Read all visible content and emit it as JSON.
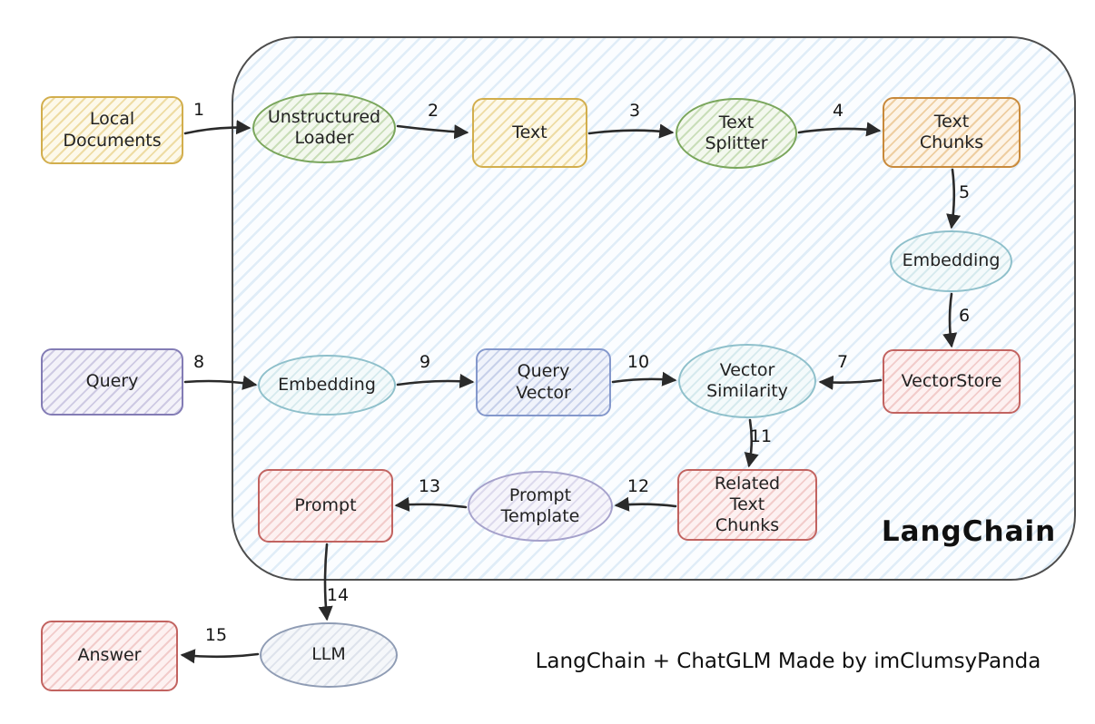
{
  "diagram": {
    "container_label": "LangChain",
    "caption": "LangChain + ChatGLM Made by imClumsyPanda"
  },
  "nodes": {
    "local_documents": {
      "label": "Local Documents",
      "shape": "rect",
      "color": "yellow"
    },
    "unstructured_loader": {
      "label": "Unstructured Loader",
      "shape": "ellipse",
      "color": "green"
    },
    "text": {
      "label": "Text",
      "shape": "rect",
      "color": "yellow"
    },
    "text_splitter": {
      "label": "Text Splitter",
      "shape": "ellipse",
      "color": "green"
    },
    "text_chunks": {
      "label": "Text Chunks",
      "shape": "rect",
      "color": "orange"
    },
    "embedding_store": {
      "label": "Embedding",
      "shape": "ellipse",
      "color": "teal"
    },
    "vectorstore": {
      "label": "VectorStore",
      "shape": "rect",
      "color": "red"
    },
    "query": {
      "label": "Query",
      "shape": "rect",
      "color": "purple"
    },
    "embedding_query": {
      "label": "Embedding",
      "shape": "ellipse",
      "color": "teal"
    },
    "query_vector": {
      "label": "Query Vector",
      "shape": "rect",
      "color": "blue"
    },
    "vector_similarity": {
      "label": "Vector Similarity",
      "shape": "ellipse",
      "color": "teal"
    },
    "related_text_chunks": {
      "label": "Related Text Chunks",
      "shape": "rect",
      "color": "red"
    },
    "prompt_template": {
      "label": "Prompt Template",
      "shape": "ellipse",
      "color": "lavender"
    },
    "prompt": {
      "label": "Prompt",
      "shape": "rect",
      "color": "red"
    },
    "llm": {
      "label": "LLM",
      "shape": "ellipse",
      "color": "grayblue"
    },
    "answer": {
      "label": "Answer",
      "shape": "rect",
      "color": "red"
    }
  },
  "edges": [
    {
      "label": "1",
      "from": "Local Documents",
      "to": "Unstructured Loader"
    },
    {
      "label": "2",
      "from": "Unstructured Loader",
      "to": "Text"
    },
    {
      "label": "3",
      "from": "Text",
      "to": "Text Splitter"
    },
    {
      "label": "4",
      "from": "Text Splitter",
      "to": "Text Chunks"
    },
    {
      "label": "5",
      "from": "Text Chunks",
      "to": "Embedding"
    },
    {
      "label": "6",
      "from": "Embedding",
      "to": "VectorStore"
    },
    {
      "label": "7",
      "from": "VectorStore",
      "to": "Vector Similarity"
    },
    {
      "label": "8",
      "from": "Query",
      "to": "Embedding"
    },
    {
      "label": "9",
      "from": "Embedding",
      "to": "Query Vector"
    },
    {
      "label": "10",
      "from": "Query Vector",
      "to": "Vector Similarity"
    },
    {
      "label": "11",
      "from": "Vector Similarity",
      "to": "Related Text Chunks"
    },
    {
      "label": "12",
      "from": "Related Text Chunks",
      "to": "Prompt Template"
    },
    {
      "label": "13",
      "from": "Prompt Template",
      "to": "Prompt"
    },
    {
      "label": "14",
      "from": "Prompt",
      "to": "LLM"
    },
    {
      "label": "15",
      "from": "LLM",
      "to": "Answer"
    }
  ],
  "palette": {
    "yellow_border": "#d2ae4d",
    "green_border": "#7aa65c",
    "orange_border": "#c8893b",
    "teal_border": "#8fc0cb",
    "red_border": "#c26360",
    "purple_border": "#837cb5",
    "blue_border": "#8498cc",
    "lavender_border": "#a5a1cb",
    "grayblue_border": "#8f9cb4",
    "arrow": "#2a2a2a",
    "container_fill": "#f2f8fd"
  }
}
